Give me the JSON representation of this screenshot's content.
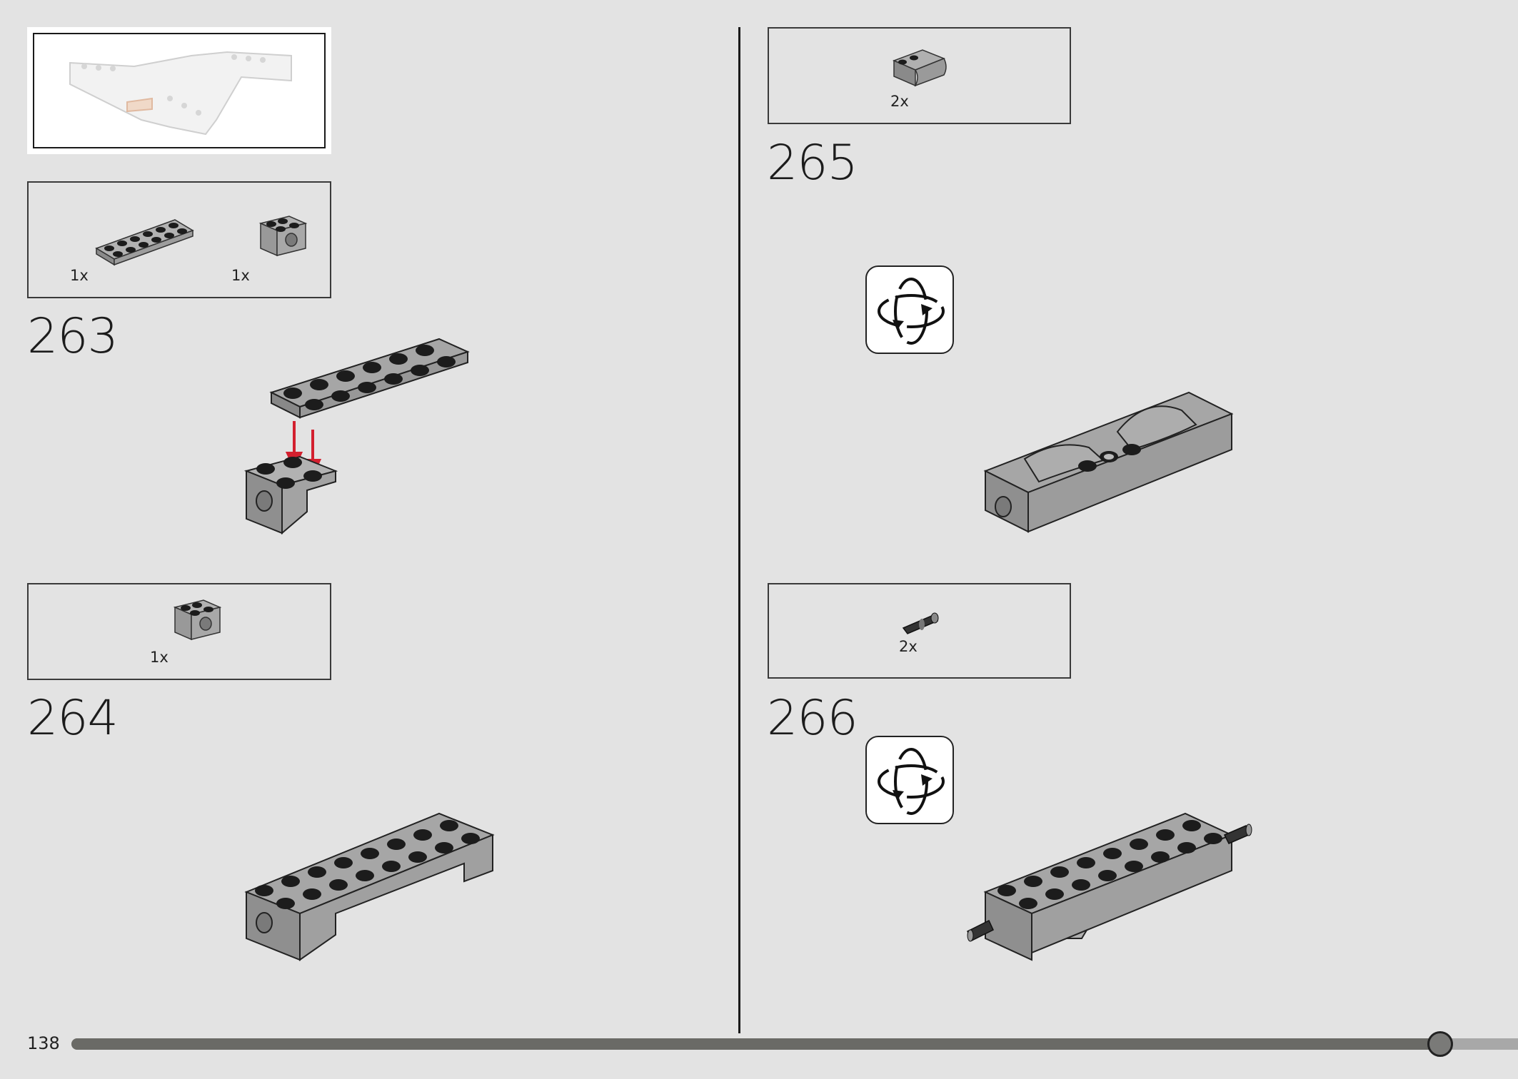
{
  "page": {
    "number": "138",
    "progress_fraction": 0.946
  },
  "submodel_callout": {
    "label": ""
  },
  "steps": [
    {
      "number": "263",
      "parts": [
        {
          "qty": "1x",
          "icon": "plate-2x6-icon"
        },
        {
          "qty": "1x",
          "icon": "technic-brick-2x2-hole-icon"
        }
      ]
    },
    {
      "number": "264",
      "parts": [
        {
          "qty": "1x",
          "icon": "technic-brick-2x2-hole-icon"
        }
      ]
    },
    {
      "number": "265",
      "parts": [
        {
          "qty": "2x",
          "icon": "slope-curved-2x2-icon"
        }
      ],
      "rotate": true
    },
    {
      "number": "266",
      "parts": [
        {
          "qty": "2x",
          "icon": "technic-pin-icon"
        }
      ],
      "rotate": true
    }
  ],
  "colors": {
    "background": "#e3e3e3",
    "brick": "#a6a6a6",
    "stud": "#1c1c1c",
    "arrow": "#d3202f"
  }
}
